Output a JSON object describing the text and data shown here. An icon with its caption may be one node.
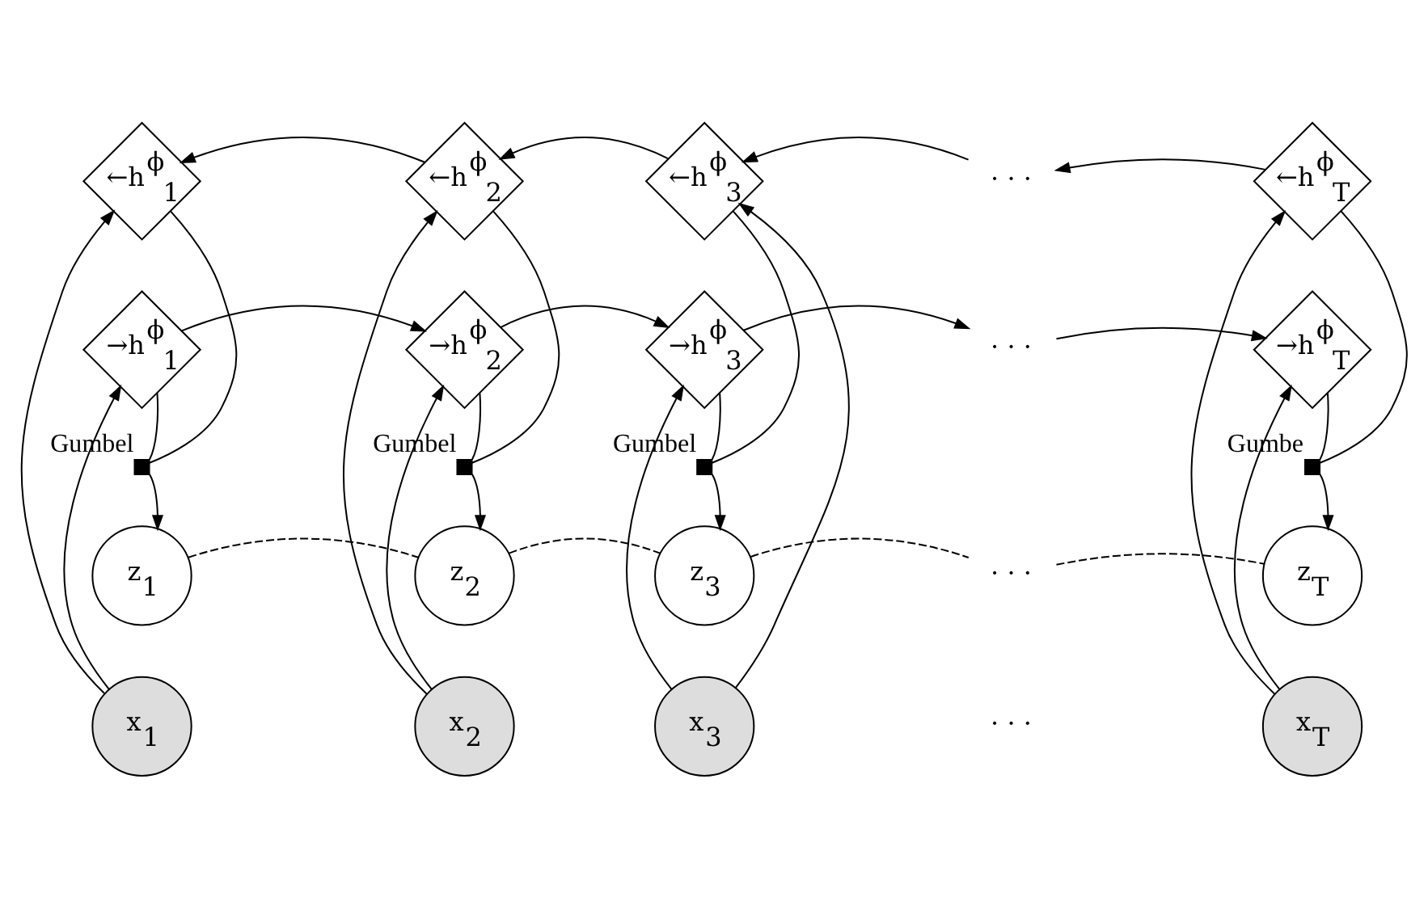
{
  "diagram": {
    "nodes": [
      {
        "text": [
          "←h$^{ϕ}$$_{1}$"
        ]
      },
      {
        "text": [
          "←h$^{ϕ}$$_{2}$"
        ]
      },
      {
        "text": [
          "←h$^{ϕ}$$_{3}$"
        ]
      },
      {
        "text": [
          "· · ·"
        ]
      },
      {
        "text": [
          "←h$^{ϕ}$$_{T}$"
        ]
      },
      {
        "text": [
          "→h$^{ϕ}$$_{1}$"
        ]
      },
      {
        "text": [
          "→h$^{ϕ}$$_{2}$"
        ]
      },
      {
        "text": [
          "→h$^{ϕ}$$_{3}$"
        ]
      },
      {
        "text": [
          "· · ·"
        ]
      },
      {
        "text": [
          "→h$^{ϕ}$$_{T}$"
        ]
      },
      {
        "text": [],
        "shape": "box",
        "beside": [
          "Gumbel"
        ]
      },
      {
        "text": [],
        "shape": "box",
        "beside": [
          "Gumbel"
        ]
      },
      {
        "text": [],
        "shape": "box",
        "beside": [
          "Gumbel"
        ]
      },
      {
        "text": [],
        "shape": "box",
        "beside": [
          "Gumbe"
        ]
      },
      {
        "text": [
          "z$_{1}$"
        ]
      },
      {
        "text": [
          "z$_{2}$"
        ]
      },
      {
        "text": [
          "z$_{3}$"
        ]
      },
      {
        "text": [
          "· · ·"
        ]
      },
      {
        "text": [
          "z$_{T}$"
        ]
      },
      {
        "text": [
          "x$_{1}$"
        ]
      },
      {
        "text": [
          "x$_{2}$"
        ]
      },
      {
        "text": [
          "x$_{3}$"
        ]
      },
      {
        "text": [
          "x$_{T}$"
        ]
      }
    ],
    "edges": [
      {
        "from": 1,
        "to": 0,
        "arrow": "to"
      },
      {
        "from": 2,
        "to": 1,
        "arrow": "to"
      },
      {
        "from": 3,
        "to": 2,
        "arrow": "to"
      },
      {
        "from": 4,
        "to": 3,
        "arrow": "to"
      },
      {
        "from": 5,
        "to": 6,
        "arrow": "to"
      },
      {
        "from": 6,
        "to": 7,
        "arrow": "to"
      },
      {
        "from": 7,
        "to": 8,
        "arrow": "to"
      },
      {
        "from": 8,
        "to": 9,
        "arrow": "to"
      },
      {
        "from": 5,
        "to": 10,
        "arrow": "none"
      },
      {
        "from": 0,
        "to": 10,
        "arrow": "none"
      },
      {
        "from": 6,
        "to": 11,
        "arrow": "none"
      },
      {
        "from": 1,
        "to": 11,
        "arrow": "none"
      },
      {
        "from": 7,
        "to": 12,
        "arrow": "none"
      },
      {
        "from": 2,
        "to": 12,
        "arrow": "none"
      },
      {
        "from": 9,
        "to": 13,
        "arrow": "none"
      },
      {
        "from": 4,
        "to": 13,
        "arrow": "none"
      },
      {
        "from": 10,
        "to": 14,
        "arrow": "to"
      },
      {
        "from": 11,
        "to": 15,
        "arrow": "to"
      },
      {
        "from": 12,
        "to": 16,
        "arrow": "to"
      },
      {
        "from": 13,
        "to": 18,
        "arrow": "to"
      },
      {
        "from": 14,
        "to": 15,
        "arrow": "none",
        "style": "dashed"
      },
      {
        "from": 15,
        "to": 16,
        "arrow": "none",
        "style": "dashed"
      },
      {
        "from": 16,
        "to": 17,
        "arrow": "none",
        "style": "dashed"
      },
      {
        "from": 17,
        "to": 18,
        "arrow": "none",
        "style": "dashed"
      },
      {
        "from": 19,
        "to": 5,
        "arrow": "to"
      },
      {
        "from": 19,
        "to": 0,
        "arrow": "to"
      },
      {
        "from": 20,
        "to": 6,
        "arrow": "to"
      },
      {
        "from": 20,
        "to": 1,
        "arrow": "to"
      },
      {
        "from": 21,
        "to": 7,
        "arrow": "to"
      },
      {
        "from": 21,
        "to": 2,
        "arrow": "to"
      },
      {
        "from": 22,
        "to": 9,
        "arrow": "to"
      },
      {
        "from": 22,
        "to": 4,
        "arrow": "to"
      }
    ],
    "labels": [
      "· · ·"
    ]
  }
}
